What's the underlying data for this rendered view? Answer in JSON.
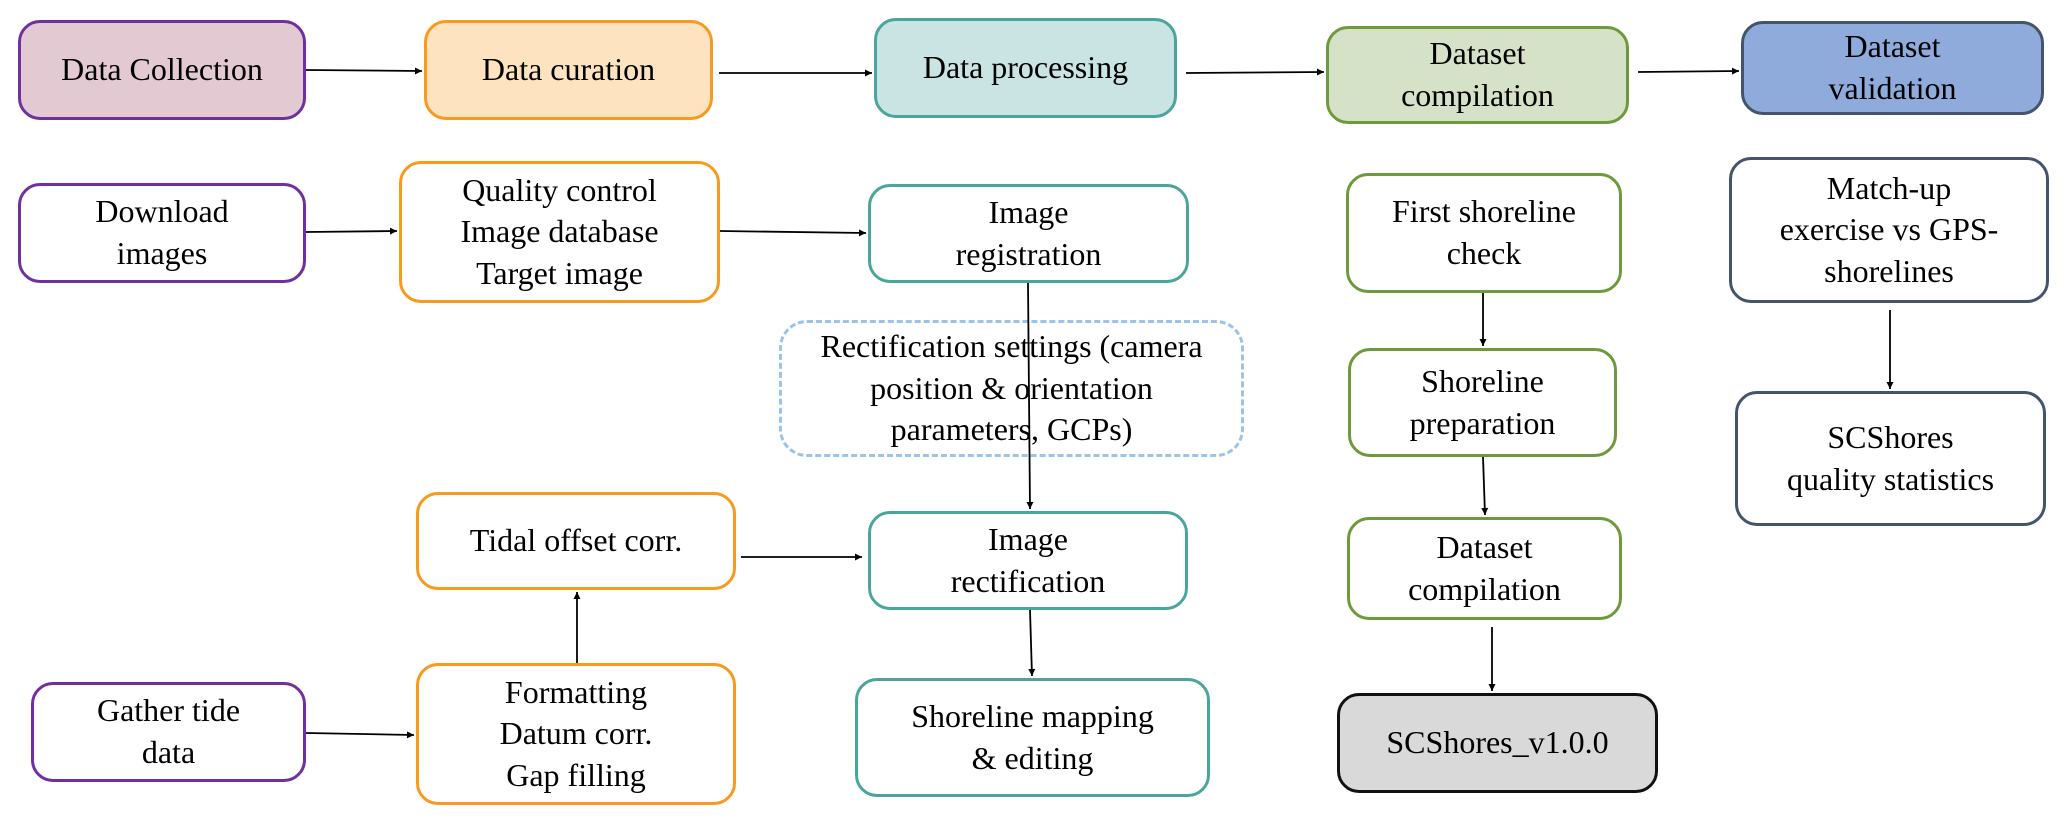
{
  "header_steps": [
    {
      "id": "data-collection",
      "label": "Data Collection"
    },
    {
      "id": "data-curation",
      "label": "Data curation"
    },
    {
      "id": "data-processing",
      "label": "Data processing"
    },
    {
      "id": "dataset-compilation",
      "label": "Dataset compilation",
      "lines": [
        "Dataset",
        "compilation"
      ]
    },
    {
      "id": "dataset-validation",
      "label": "Dataset validation",
      "lines": [
        "Dataset",
        "validation"
      ]
    }
  ],
  "collection": {
    "download_images": [
      "Download",
      "images"
    ],
    "gather_tide_data": [
      "Gather tide",
      "data"
    ]
  },
  "curation": {
    "image_qc": [
      "Quality control",
      "Image database",
      "Target image"
    ],
    "tidal_offset": [
      "Tidal offset corr."
    ],
    "tide_processing": [
      "Formatting",
      "Datum corr.",
      "Gap filling"
    ]
  },
  "processing": {
    "image_registration": [
      "Image",
      "registration"
    ],
    "rectification_settings": [
      "Rectification settings (camera",
      "position & orientation",
      "parameters, GCPs)"
    ],
    "image_rectification": [
      "Image",
      "rectification"
    ],
    "shoreline_mapping": [
      "Shoreline mapping",
      "& editing"
    ]
  },
  "compilation": {
    "first_check": [
      "First shoreline",
      "check"
    ],
    "shoreline_preparation": [
      "Shoreline",
      "preparation"
    ],
    "dataset_compilation": [
      "Dataset",
      "compilation"
    ],
    "output": [
      "SCShores_v1.0.0"
    ]
  },
  "validation": {
    "matchup": [
      "Match-up",
      "exercise vs GPS-",
      "shorelines"
    ],
    "quality_stats": [
      "SCShores",
      "quality statistics"
    ]
  },
  "colors": {
    "collection": "#7030a0",
    "curation": "#f79a1e",
    "processing": "#4aa59c",
    "compilation": "#6f9a3b",
    "validation": "#44546a",
    "settings_dashed": "#9dc3e6",
    "output_fill": "#d9d9d9"
  }
}
